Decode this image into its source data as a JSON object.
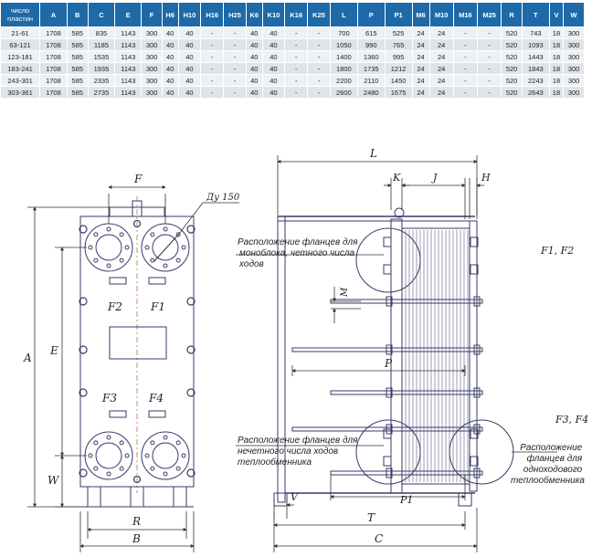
{
  "table": {
    "headers": [
      "число пластин",
      "A",
      "B",
      "C",
      "E",
      "F",
      "H6",
      "H10",
      "H16",
      "H25",
      "K6",
      "K10",
      "K16",
      "K25",
      "L",
      "P",
      "P1",
      "M6",
      "M10",
      "M16",
      "M25",
      "R",
      "T",
      "V",
      "W"
    ],
    "rows": [
      [
        "21-61",
        "1708",
        "585",
        "835",
        "1143",
        "300",
        "40",
        "40",
        "-",
        "-",
        "40",
        "40",
        "-",
        "-",
        "700",
        "615",
        "525",
        "24",
        "24",
        "-",
        "-",
        "520",
        "743",
        "18",
        "300"
      ],
      [
        "63-121",
        "1708",
        "585",
        "1185",
        "1143",
        "300",
        "40",
        "40",
        "-",
        "-",
        "40",
        "40",
        "-",
        "-",
        "1050",
        "990",
        "765",
        "24",
        "24",
        "-",
        "-",
        "520",
        "1093",
        "18",
        "300"
      ],
      [
        "123-181",
        "1708",
        "585",
        "1535",
        "1143",
        "300",
        "40",
        "40",
        "-",
        "-",
        "40",
        "40",
        "-",
        "-",
        "1400",
        "1360",
        "995",
        "24",
        "24",
        "-",
        "-",
        "520",
        "1443",
        "18",
        "300"
      ],
      [
        "183-241",
        "1708",
        "585",
        "1935",
        "1143",
        "300",
        "40",
        "40",
        "-",
        "-",
        "40",
        "40",
        "-",
        "-",
        "1800",
        "1735",
        "1212",
        "24",
        "24",
        "-",
        "-",
        "520",
        "1843",
        "18",
        "300"
      ],
      [
        "243-301",
        "1708",
        "585",
        "2335",
        "1143",
        "300",
        "40",
        "40",
        "-",
        "-",
        "40",
        "40",
        "-",
        "-",
        "2200",
        "2110",
        "1450",
        "24",
        "24",
        "-",
        "-",
        "520",
        "2243",
        "18",
        "300"
      ],
      [
        "303-361",
        "1708",
        "585",
        "2735",
        "1143",
        "300",
        "40",
        "40",
        "-",
        "-",
        "40",
        "40",
        "-",
        "-",
        "2600",
        "2480",
        "1675",
        "24",
        "24",
        "-",
        "-",
        "520",
        "2643",
        "18",
        "300"
      ]
    ]
  },
  "front_view": {
    "dims": {
      "F": "F",
      "du": "Ду 150",
      "A": "A",
      "E": "E",
      "W": "W",
      "R": "R",
      "B": "B"
    },
    "ports": {
      "f2": "F2",
      "f1": "F1",
      "f3": "F3",
      "f4": "F4"
    }
  },
  "side_view": {
    "dims": {
      "L": "L",
      "K": "K",
      "J": "J",
      "H": "H",
      "M": "M",
      "P": "P",
      "P1": "P1",
      "V": "V",
      "T": "T",
      "C": "C"
    },
    "labels": {
      "f1f2": "F1, F2",
      "f3f4": "F3, F4"
    },
    "notes": {
      "mono_even": [
        "Расположение фланцев для",
        "моноблока, четного числа",
        "ходов"
      ],
      "odd": [
        "Расположение фланцев для",
        "нечетного числа ходов",
        "теплообменника"
      ],
      "single_pass": [
        "Расположение",
        "фланцев для",
        "одноходового",
        "теплообменника"
      ]
    }
  }
}
